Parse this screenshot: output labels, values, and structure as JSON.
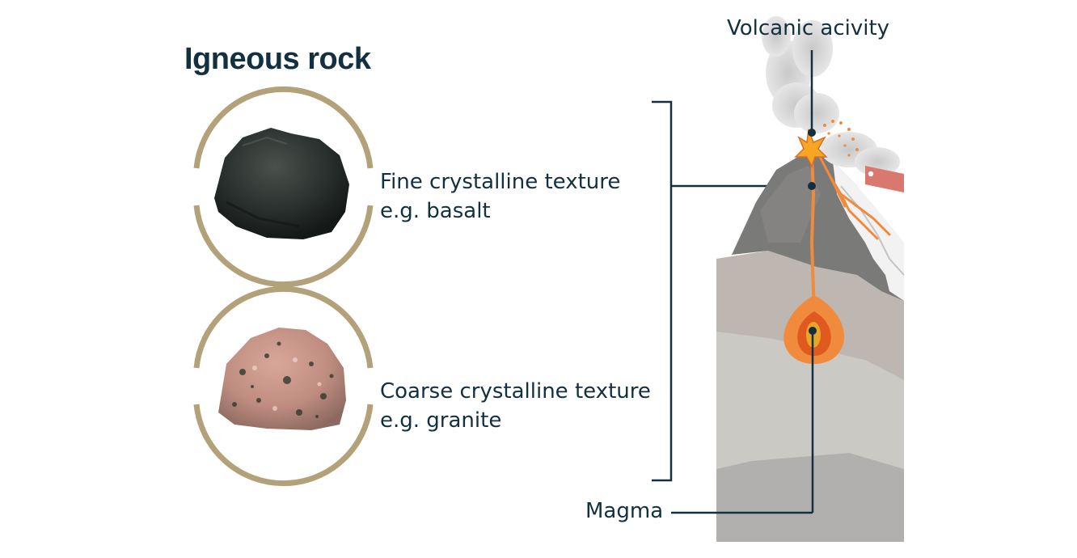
{
  "title": "Igneous rock",
  "rocks": [
    {
      "texture": "Fine crystalline texture",
      "example": "e.g. basalt",
      "icon": "basalt-rock"
    },
    {
      "texture": "Coarse crystalline texture",
      "example": "e.g. granite",
      "icon": "granite-rock"
    }
  ],
  "labels": {
    "volcanic": "Volcanic acivity",
    "magma": "Magma"
  },
  "colors": {
    "text": "#123040",
    "ring": "#b3a17a",
    "lava": "#f08a3c",
    "magma_core": "#e8a52a"
  }
}
